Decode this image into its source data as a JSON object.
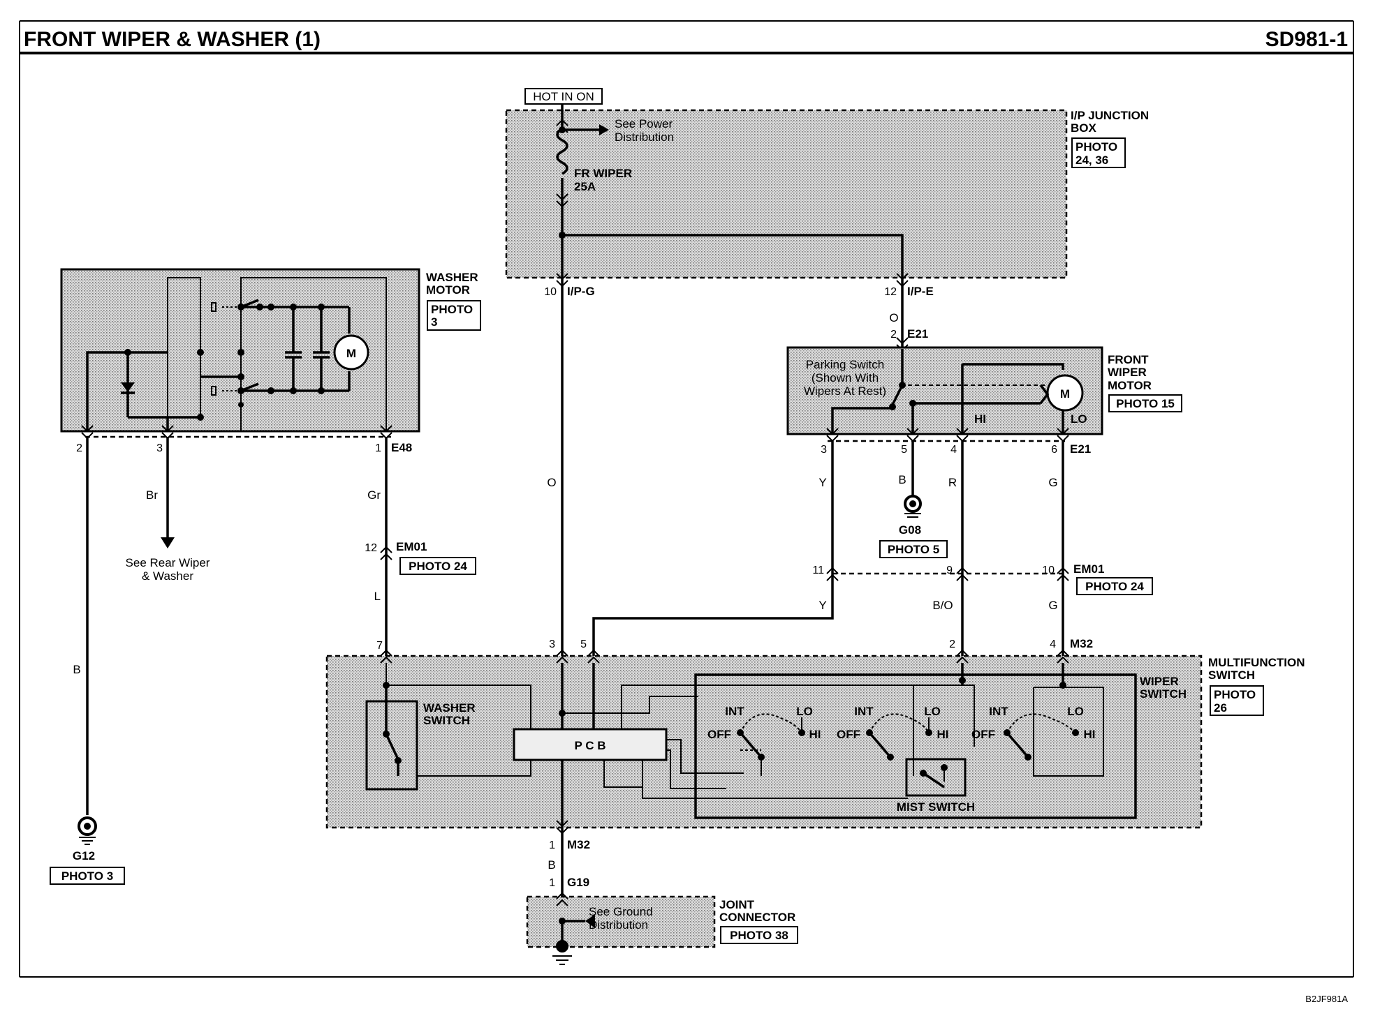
{
  "header": {
    "title": "FRONT WIPER & WASHER (1)",
    "code": "SD981-1"
  },
  "footer": {
    "ref": "B2JF981A"
  },
  "power": {
    "hot_label": "HOT IN ON",
    "see_power": [
      "See Power",
      "Distribution"
    ],
    "fuse": [
      "FR WIPER",
      "25A"
    ],
    "junction_box": [
      "I/P JUNCTION",
      "BOX"
    ],
    "junction_photo": [
      "PHOTO",
      "24, 36"
    ]
  },
  "washer_motor": {
    "label": [
      "WASHER",
      "MOTOR"
    ],
    "photo": [
      "PHOTO",
      "3"
    ],
    "motor_symbol": "M",
    "connector": "E48",
    "pins": [
      "2",
      "3",
      "1"
    ]
  },
  "front_wiper_motor": {
    "label": [
      "FRONT",
      "WIPER",
      "MOTOR"
    ],
    "photo": "PHOTO 15",
    "motor_symbol": "M",
    "parking_switch": [
      "Parking Switch",
      "(Shown With",
      "Wipers At Rest)"
    ],
    "hi": "HI",
    "lo": "LO",
    "connector_top": "E21",
    "connector_bottom": "E21",
    "top_pin": "2",
    "pins": [
      "3",
      "5",
      "4",
      "6"
    ]
  },
  "ip_connectors": {
    "g_pin": "10",
    "g": "I/P-G",
    "e_pin": "12",
    "e": "I/P-E"
  },
  "wire_colors": {
    "o1": "O",
    "o2": "O",
    "br": "Br",
    "gr": "Gr",
    "l": "L",
    "b_left": "B",
    "y1": "Y",
    "b_mid": "B",
    "r": "R",
    "g1": "G",
    "y2": "Y",
    "bo": "B/O",
    "g2": "G",
    "b_bottom": "B"
  },
  "em01_left": {
    "pin": "12",
    "name": "EM01",
    "photo": "PHOTO 24"
  },
  "em01_right": {
    "pins": [
      "11",
      "9",
      "10"
    ],
    "name": "EM01",
    "photo": "PHOTO 24"
  },
  "rear_ref": [
    "See Rear Wiper",
    "& Washer"
  ],
  "ground_g12": {
    "name": "G12",
    "photo": "PHOTO 3"
  },
  "ground_g08": {
    "name": "G08",
    "photo": "PHOTO 5"
  },
  "multifunction": {
    "label": [
      "MULTIFUNCTION",
      "SWITCH"
    ],
    "photo": [
      "PHOTO",
      "26"
    ],
    "connector": "M32",
    "pins": [
      "7",
      "3",
      "5",
      "2",
      "4"
    ],
    "washer_switch": [
      "WASHER",
      "SWITCH"
    ],
    "wiper_switch": [
      "WIPER",
      "SWITCH"
    ],
    "pcb": "P C B",
    "mist_switch": "MIST SWITCH",
    "positions": {
      "int": "INT",
      "lo": "LO",
      "off": "OFF",
      "hi": "HI"
    }
  },
  "bottom": {
    "m32_pin": "1",
    "m32": "M32",
    "g19_pin": "1",
    "g19": "G19",
    "see_ground": [
      "See Ground",
      "Distribution"
    ],
    "joint": [
      "JOINT",
      "CONNECTOR"
    ],
    "photo": "PHOTO 38"
  },
  "colors": {
    "ink": "#000000",
    "paper": "#ffffff",
    "shade": "#c9c9c9"
  }
}
